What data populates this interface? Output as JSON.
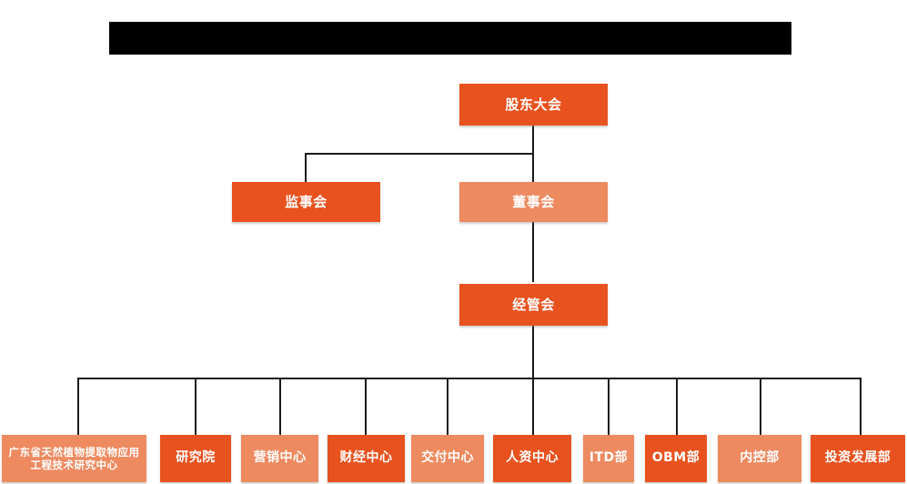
{
  "diagram": {
    "type": "organizational-chart",
    "title_bar": {
      "label": "",
      "redacted": true,
      "color": "#000000"
    },
    "colors": {
      "dark_orange": "#e8521e",
      "light_orange": "#ee8a60",
      "connector": "#1a1a1a",
      "text": "#ffffff",
      "background": "#ffffff"
    },
    "levels": [
      {
        "name": "level-1",
        "nodes": [
          {
            "id": "shareholders-meeting",
            "label": "股东大会",
            "style": "dark"
          }
        ]
      },
      {
        "name": "level-2",
        "nodes": [
          {
            "id": "board-of-supervisors",
            "label": "监事会",
            "style": "dark"
          },
          {
            "id": "board-of-directors",
            "label": "董事会",
            "style": "light"
          }
        ]
      },
      {
        "name": "level-3",
        "nodes": [
          {
            "id": "management-committee",
            "label": "经管会",
            "style": "dark"
          }
        ]
      },
      {
        "name": "level-4",
        "nodes": [
          {
            "id": "gd-plant-extract-center",
            "label": "广东省天然植物提取物应用工程技术研究中心",
            "style": "light"
          },
          {
            "id": "research-institute",
            "label": "研究院",
            "style": "dark"
          },
          {
            "id": "marketing-center",
            "label": "营销中心",
            "style": "light"
          },
          {
            "id": "finance-center",
            "label": "财经中心",
            "style": "dark"
          },
          {
            "id": "delivery-center",
            "label": "交付中心",
            "style": "light"
          },
          {
            "id": "hr-center",
            "label": "人资中心",
            "style": "dark"
          },
          {
            "id": "itd-department",
            "label": "ITD部",
            "style": "light"
          },
          {
            "id": "obm-department",
            "label": "OBM部",
            "style": "dark"
          },
          {
            "id": "internal-control-department",
            "label": "内控部",
            "style": "light"
          },
          {
            "id": "investment-development-department",
            "label": "投资发展部",
            "style": "dark"
          }
        ]
      }
    ]
  }
}
